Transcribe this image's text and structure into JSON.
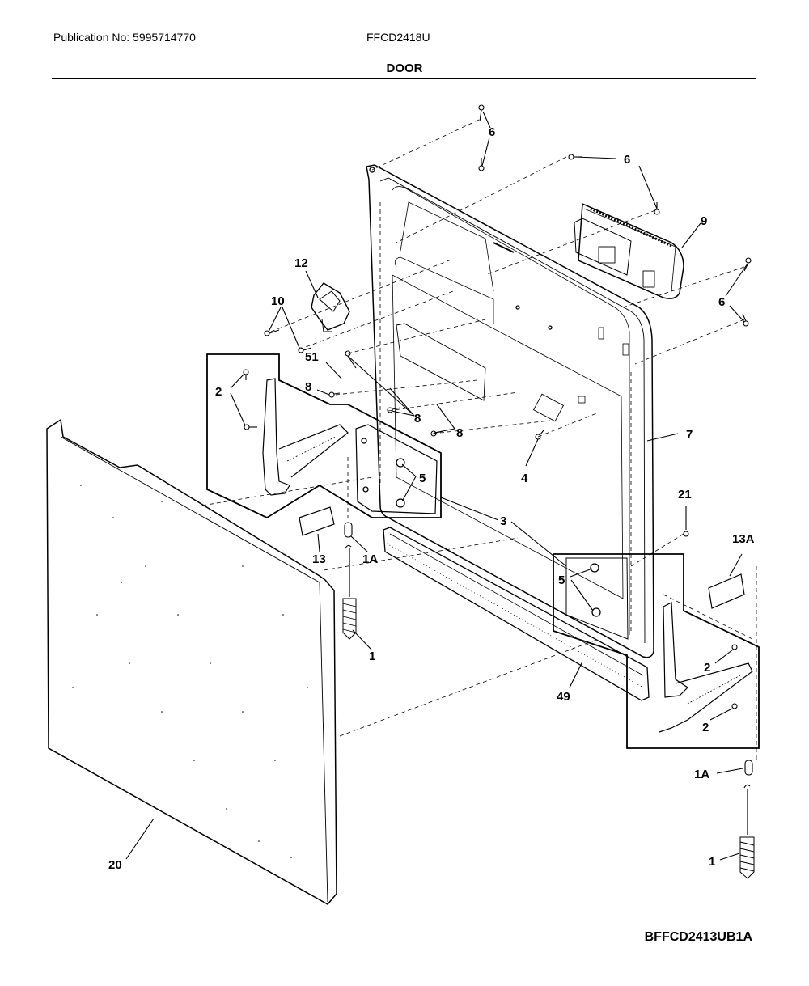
{
  "header": {
    "publication": "Publication No: 5995714770",
    "model": "FFCD2418U",
    "section_title": "DOOR"
  },
  "footer": {
    "diagram_code": "BFFCD2413UB1A"
  },
  "labels": [
    "6",
    "6",
    "9",
    "6",
    "12",
    "10",
    "51",
    "8",
    "2",
    "8",
    "8",
    "7",
    "4",
    "5",
    "3",
    "21",
    "13A",
    "13",
    "1A",
    "5",
    "2",
    "1",
    "49",
    "2",
    "1A",
    "1",
    "20"
  ]
}
